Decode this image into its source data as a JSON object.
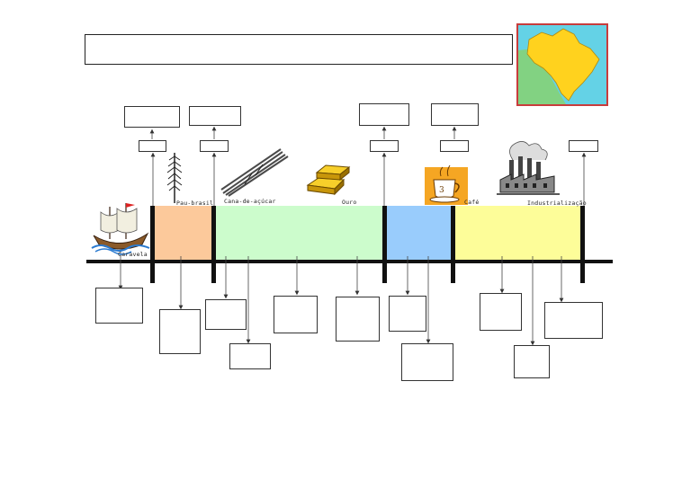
{
  "colors": {
    "pau_brasil_period": "#fcc99b",
    "cana_ouro_period": "#ccfccc",
    "cafe_period": "#99ccfc",
    "industrializacao_period": "#fdfd99",
    "map_ocean": "#64d2e6",
    "map_land": "#ffd21e",
    "map_neighbor": "#82d282",
    "map_frame": "#c83c3c"
  },
  "labels": {
    "caravela": "Caravela",
    "pau_brasil": "Pau-brasil",
    "cana": "Cana-de-açúcar",
    "ouro": "Ouro",
    "cafe": "Café",
    "industrializacao": "Industrialização"
  },
  "icons": {
    "ship": "caravel-ship-icon",
    "tree": "brazilwood-tree-icon",
    "sugarcane": "sugarcane-bundle-icon",
    "gold": "gold-bars-icon",
    "coffee": "coffee-cup-icon",
    "factory": "factory-icon",
    "map": "brazil-map-icon"
  }
}
